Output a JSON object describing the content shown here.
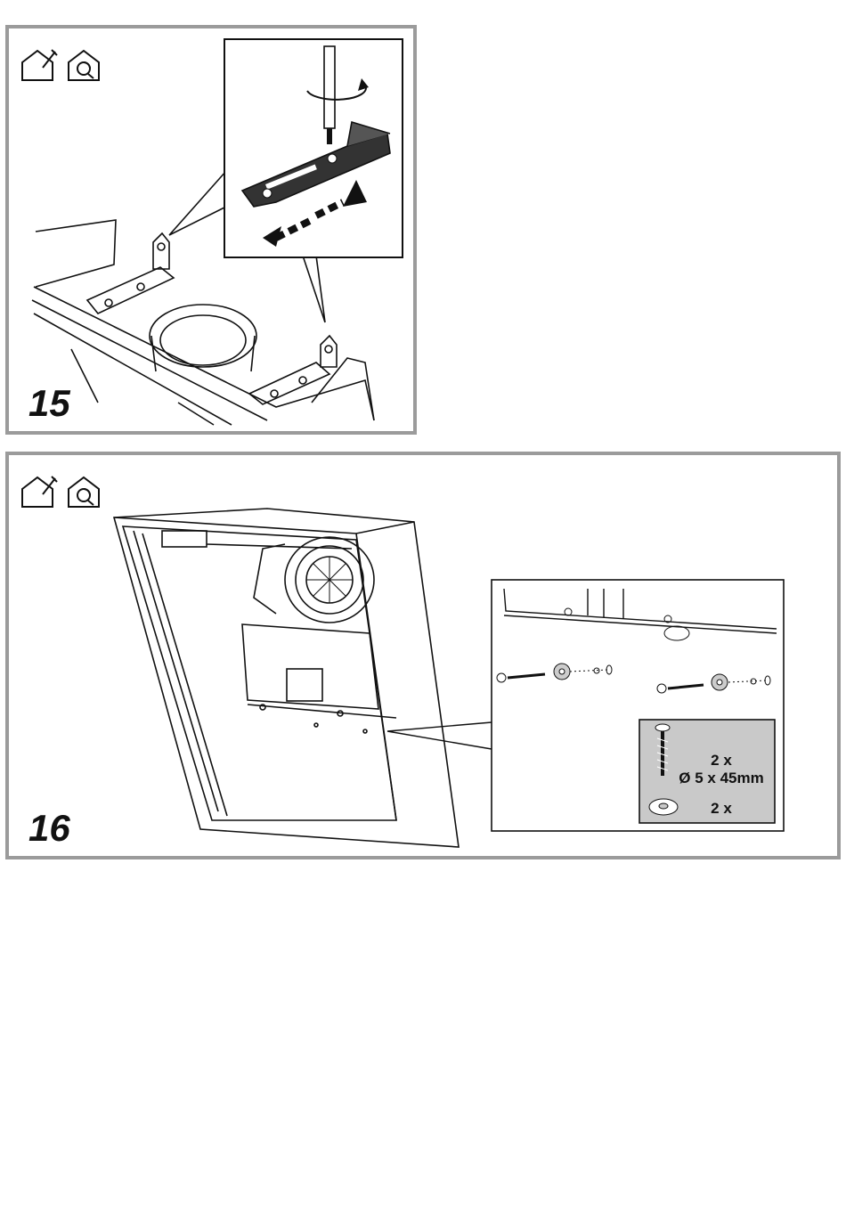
{
  "steps": [
    {
      "number": "15"
    },
    {
      "number": "16"
    }
  ],
  "hardware": {
    "screw_qty": "2 x",
    "screw_spec": "Ø 5 x 45mm",
    "washer_qty": "2 x"
  },
  "icons": [
    "wall-mount-install-icon",
    "recirculation-mode-icon"
  ],
  "colors": {
    "frame": "#9b9b9b",
    "box_fill": "#c9c9c9",
    "line": "#111111"
  }
}
